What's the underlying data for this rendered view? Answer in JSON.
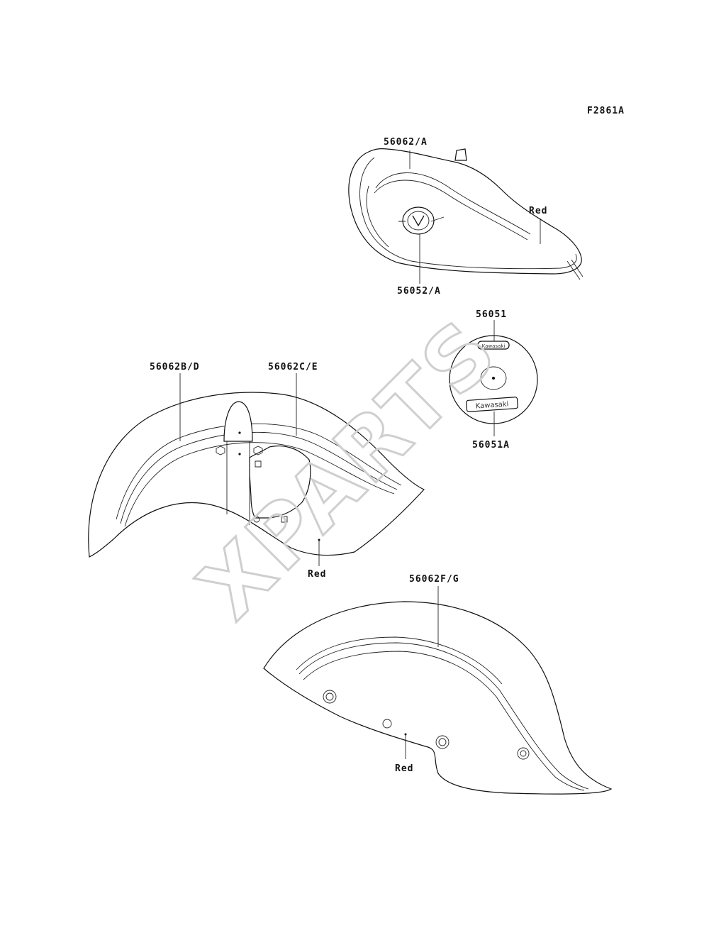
{
  "figure_code": "F2861A",
  "watermark": "XPARTS",
  "callouts": {
    "tank_stripe": "56062/A",
    "tank_emblem": "56052/A",
    "tank_color": "Red",
    "badge_top": "56051",
    "badge_bottom": "56051A",
    "front_fender_b": "56062B/D",
    "front_fender_c": "56062C/E",
    "front_fender_color": "Red",
    "rear_fender_stripe": "56062F/G",
    "rear_fender_color": "Red"
  },
  "badge_text": {
    "top_logo": "Kawasaki",
    "bottom_logo": "Kawasaki"
  }
}
